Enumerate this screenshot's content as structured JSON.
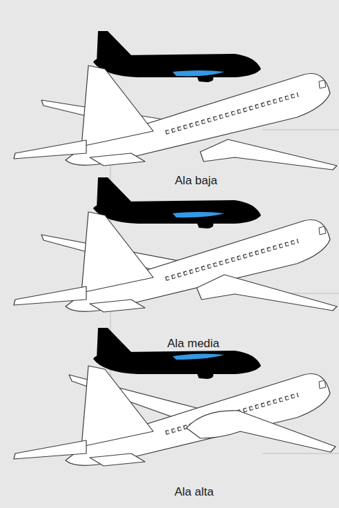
{
  "diagram": {
    "labels": [
      "Ala baja",
      "Ala media",
      "Ala alta"
    ]
  }
}
